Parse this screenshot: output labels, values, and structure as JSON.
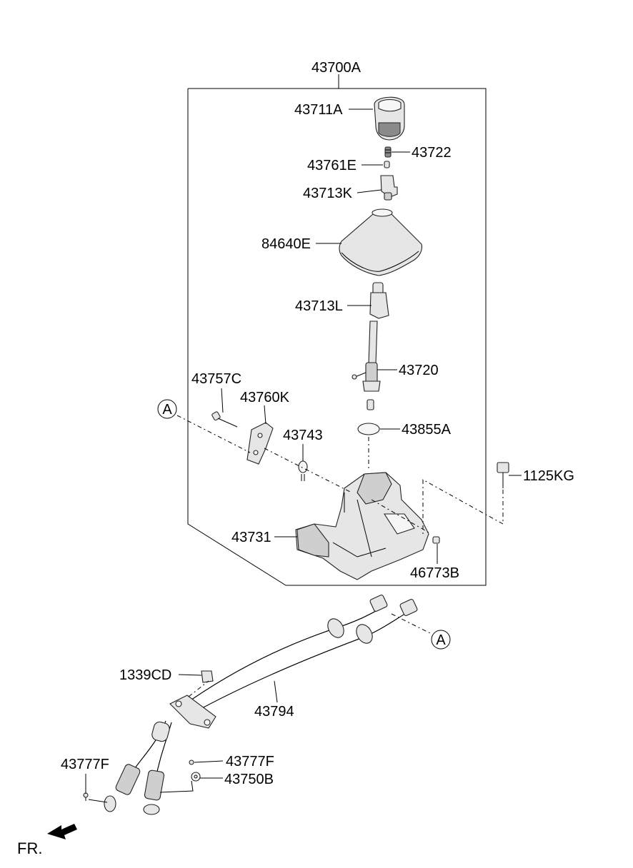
{
  "labels": {
    "assembly": "43700A",
    "knob": "43711A",
    "spring": "43722",
    "pin_e": "43761E",
    "lever_k": "43713K",
    "boot": "84640E",
    "lever_l": "43713L",
    "lever_assy": "43720",
    "bolt_c": "43757C",
    "bracket": "43760K",
    "bushing": "43743",
    "ring": "43855A",
    "bolt_kg": "1125KG",
    "housing": "43731",
    "nut": "46773B",
    "clip_cd": "1339CD",
    "cable": "43794",
    "pin_f_left": "43777F",
    "pin_f_right": "43777F",
    "washer": "43750B",
    "ref_a_top": "A",
    "ref_a_bottom": "A",
    "front": "FR."
  },
  "colors": {
    "line": "#000000",
    "part_fill": "#e6e6e6"
  }
}
